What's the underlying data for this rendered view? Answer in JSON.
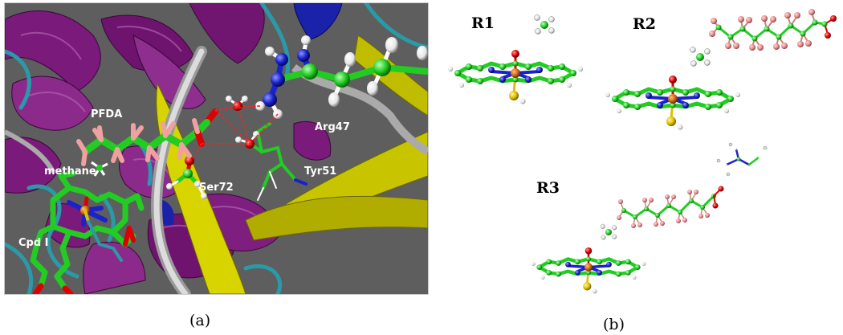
{
  "panel_a": {
    "labels": {
      "pfda": "PFDA",
      "methane": "methane",
      "arg47": "Arg47",
      "ser72": "Ser72",
      "tyr51": "Tyr51",
      "cpd1": "Cpd I"
    },
    "caption": "(a)"
  },
  "panel_b": {
    "labels": {
      "r1": "R1",
      "r2": "R2",
      "r3": "R3"
    },
    "caption": "(b)"
  },
  "colors": {
    "carbon": "#22cc22",
    "fluorine": "#f0a0a0",
    "oxygen": "#dd0000",
    "nitrogen": "#1a22cc",
    "iron": "#d06a10",
    "sulfur": "#e0c000",
    "hydrogen": "#ffffff",
    "helix": "#7a1a7a",
    "sheet": "#c8c400",
    "coil": "#bbbbbb",
    "background_a": "#5e5e5e"
  }
}
